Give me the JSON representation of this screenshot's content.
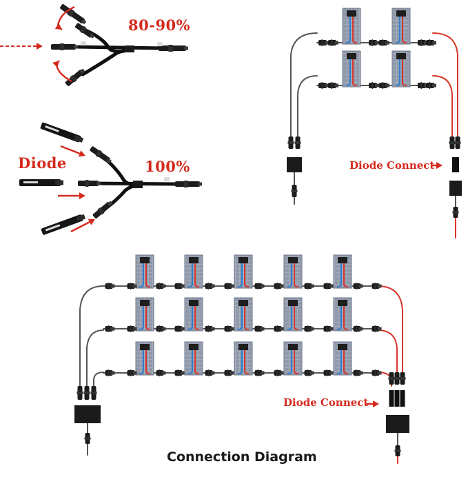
{
  "labels": {
    "pct_top": "80-90%",
    "diode": "Diode",
    "pct_mid": "100%",
    "diode_connect_upper": "Diode Connect",
    "diode_connect_lower": "Diode Connect",
    "caption": "Connection Diagram"
  },
  "icons": {
    "arrow": "arrow-right-icon",
    "panel": "solar-panel-icon",
    "connector": "mc4-connector-icon",
    "branch": "y-branch-connector-icon",
    "diode": "diode-connector-icon"
  },
  "colors": {
    "label_red": "#d42a1e",
    "positive_wire": "#d9362b",
    "negative_wire": "#2d7fd0",
    "cable": "#555555",
    "panel_cell": "#9aa4b4",
    "connector": "#1c1c1c"
  }
}
